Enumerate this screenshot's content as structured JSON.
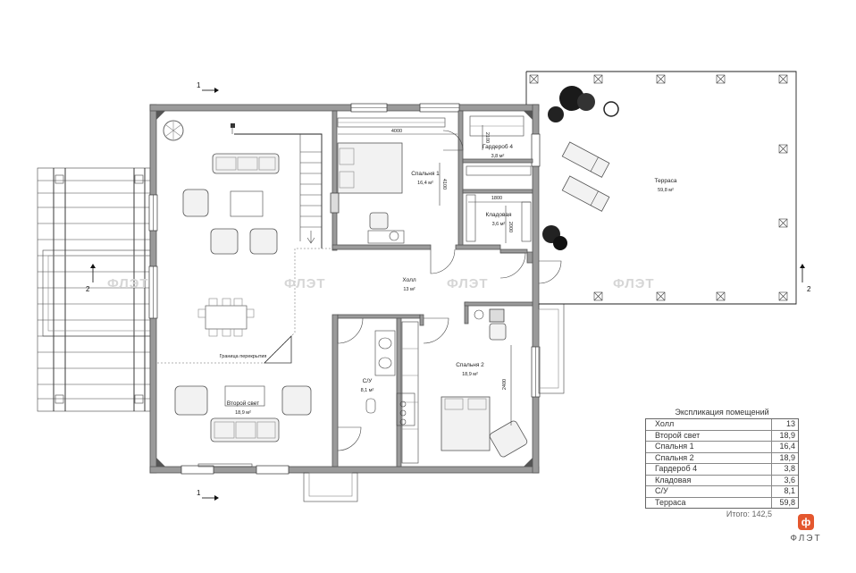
{
  "rooms": {
    "hall": {
      "name": "Холл",
      "area": "13 м²"
    },
    "second_light": {
      "name": "Второй свет",
      "area": "18,9 м²"
    },
    "bedroom1": {
      "name": "Спальня 1",
      "area": "16,4 м²"
    },
    "bedroom2": {
      "name": "Спальня 2",
      "area": "18,9 м²"
    },
    "wardrobe4": {
      "name": "Гардероб 4",
      "area": "3,8 м²"
    },
    "storage": {
      "name": "Кладовая",
      "area": "3,6 м²"
    },
    "bathroom": {
      "name": "С/У",
      "area": "8,1 м²"
    },
    "terrace": {
      "name": "Терраса",
      "area": "59,8 м²"
    }
  },
  "dimensions": [
    "4000",
    "4100",
    "2100",
    "1800",
    "2000",
    "2400"
  ],
  "section_marks": {
    "s1_top": "1",
    "s1_bottom": "1",
    "s2_left": "2",
    "s2_right": "2"
  },
  "stair_note": "Граница перекрытия",
  "watermark": "ФЛЭТ",
  "explication": {
    "title": "Экспликация помещений",
    "rows": [
      {
        "name": "Холл",
        "value": "13"
      },
      {
        "name": "Второй свет",
        "value": "18,9"
      },
      {
        "name": "Спальня 1",
        "value": "16,4"
      },
      {
        "name": "Спальня 2",
        "value": "18,9"
      },
      {
        "name": "Гардероб 4",
        "value": "3,8"
      },
      {
        "name": "Кладовая",
        "value": "3,6"
      },
      {
        "name": "С/У",
        "value": "8,1"
      },
      {
        "name": "Терраса",
        "value": "59,8"
      }
    ],
    "total": "Итого: 142,5"
  },
  "logo": {
    "badge": "ф",
    "text": "ФЛЭТ"
  }
}
